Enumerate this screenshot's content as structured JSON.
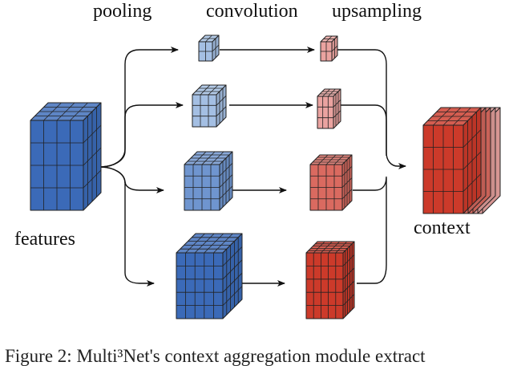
{
  "labels": {
    "pooling": "pooling",
    "convolution": "convolution",
    "upsampling": "upsampling",
    "features": "features",
    "context": "context"
  },
  "caption": "Figure 2: Multi³Net's context aggregation module extract",
  "colors": {
    "blue_light": "#a4bfe3",
    "blue_mid": "#6f95cf",
    "blue_deep": "#3b6ab8",
    "red_light": "#eaa3a0",
    "red_mid": "#da6a60",
    "red_deep": "#cc3a2a",
    "stroke": "#222222"
  }
}
